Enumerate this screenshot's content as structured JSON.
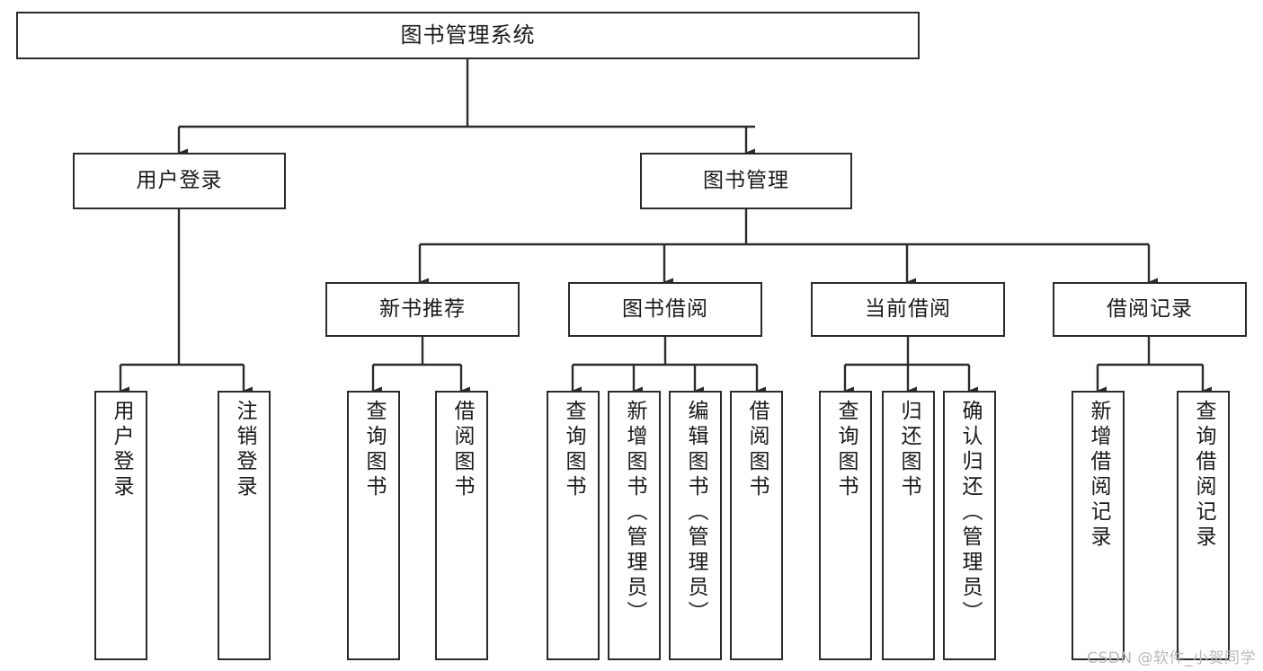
{
  "diagram": {
    "title": "图书管理系统",
    "type": "tree-hierarchy-chart",
    "colors": {
      "box_border": "#2b2b2b",
      "box_fill": "#ffffff",
      "edge": "#2b2b2b",
      "text": "#1a1a1a",
      "watermark": "#b9b9b9",
      "background": "#ffffff"
    }
  },
  "watermark": {
    "text": "CSDN @软件_小贺同学"
  },
  "nodes": {
    "root": {
      "label": "图书管理系统",
      "level": 1
    },
    "level2": [
      {
        "id": "user-login",
        "label": "用户登录"
      },
      {
        "id": "book-manage",
        "label": "图书管理"
      }
    ],
    "level3": [
      {
        "id": "new-book-recommend",
        "label": "新书推荐",
        "parent": "book-manage"
      },
      {
        "id": "book-borrow",
        "label": "图书借阅",
        "parent": "book-manage"
      },
      {
        "id": "current-borrow",
        "label": "当前借阅",
        "parent": "book-manage"
      },
      {
        "id": "borrow-record",
        "label": "借阅记录",
        "parent": "book-manage"
      }
    ],
    "leaves": [
      {
        "id": "leaf-user-login",
        "label": "用户登录",
        "parent": "user-login"
      },
      {
        "id": "leaf-user-logout",
        "label": "注销登录",
        "parent": "user-login"
      },
      {
        "id": "leaf-query-book-1",
        "label": "查询图书",
        "parent": "new-book-recommend"
      },
      {
        "id": "leaf-borrow-book-1",
        "label": "借阅图书",
        "parent": "new-book-recommend"
      },
      {
        "id": "leaf-query-book-2",
        "label": "查询图书",
        "parent": "book-borrow"
      },
      {
        "id": "leaf-add-book",
        "label": "新增图书（管理员）",
        "parent": "book-borrow"
      },
      {
        "id": "leaf-edit-book",
        "label": "编辑图书（管理员）",
        "parent": "book-borrow"
      },
      {
        "id": "leaf-borrow-book-2",
        "label": "借阅图书",
        "parent": "book-borrow"
      },
      {
        "id": "leaf-query-book-3",
        "label": "查询图书",
        "parent": "current-borrow"
      },
      {
        "id": "leaf-return-book",
        "label": "归还图书",
        "parent": "current-borrow"
      },
      {
        "id": "leaf-confirm-return",
        "label": "确认归还（管理员）",
        "parent": "current-borrow"
      },
      {
        "id": "leaf-add-record",
        "label": "新增借阅记录",
        "parent": "borrow-record"
      },
      {
        "id": "leaf-query-record",
        "label": "查询借阅记录",
        "parent": "borrow-record"
      }
    ]
  }
}
